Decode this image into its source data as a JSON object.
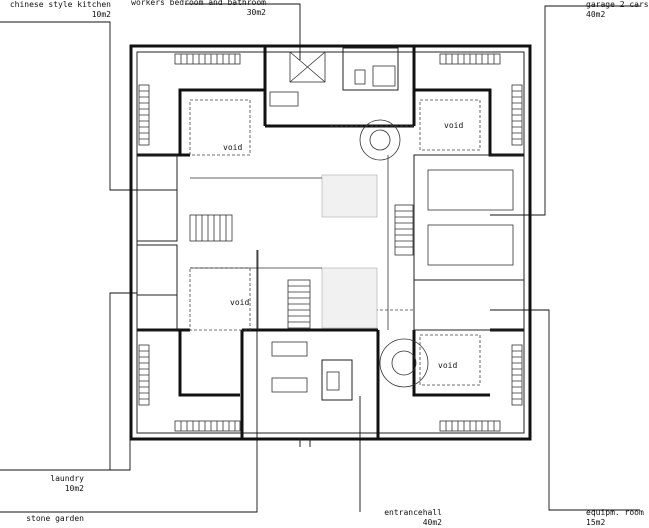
{
  "labels": {
    "kitchen": {
      "name": "chinese style kitchen",
      "area": "10m2"
    },
    "workers": {
      "name": "workers bedroom and bathroom",
      "area": "30m2"
    },
    "garage": {
      "name": "garage 2 cars",
      "area": "40m2"
    },
    "laundry": {
      "name": "laundry",
      "area": "10m2"
    },
    "stone_garden": {
      "name": "stone garden"
    },
    "entrance": {
      "name": "entrancehall",
      "area": "40m2"
    },
    "equipment": {
      "name": "equipm. room",
      "area": "15m2"
    }
  },
  "voids": [
    "void",
    "void",
    "void",
    "void"
  ]
}
